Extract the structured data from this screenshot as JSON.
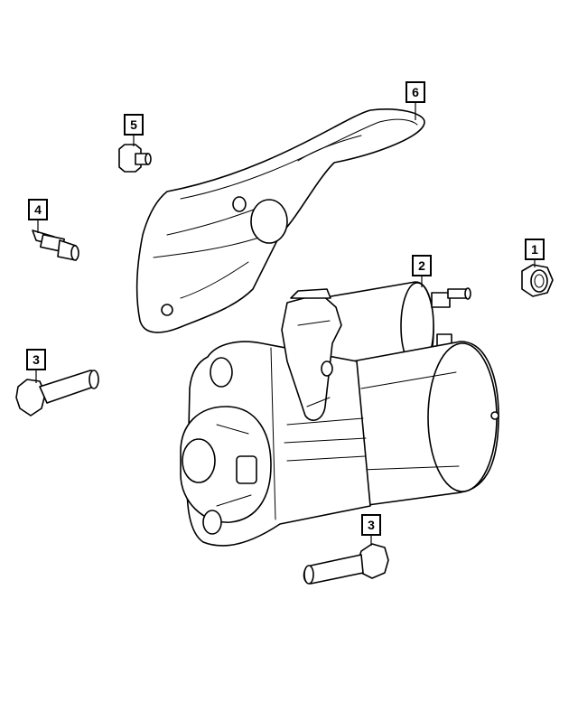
{
  "callouts": [
    {
      "id": "c6",
      "label": "6",
      "part": "bracket"
    },
    {
      "id": "c5",
      "label": "5",
      "part": "stud-nut"
    },
    {
      "id": "c4",
      "label": "4",
      "part": "stud"
    },
    {
      "id": "c2",
      "label": "2",
      "part": "starter-motor"
    },
    {
      "id": "c1",
      "label": "1",
      "part": "nut"
    },
    {
      "id": "c3a",
      "label": "3",
      "part": "bolt"
    },
    {
      "id": "c3b",
      "label": "3",
      "part": "bolt"
    }
  ]
}
